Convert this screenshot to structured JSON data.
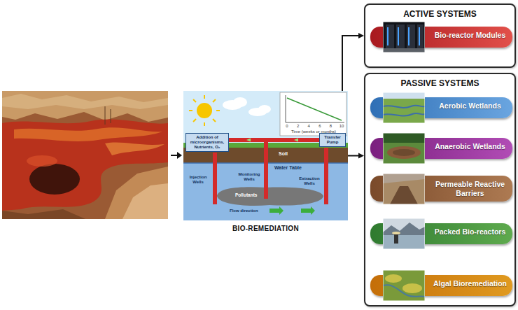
{
  "diagram": {
    "nodes": [
      {
        "text": [
          "BIO-REMEDIATION"
        ]
      },
      {
        "text": [
          "Addition of microorganisms, Nutrients, O₂"
        ],
        "in": 0
      },
      {
        "text": [
          "Transfer Pump"
        ],
        "in": 0
      },
      {
        "text": [
          "ACTIVE SYSTEMS"
        ]
      },
      {
        "text": [
          "Bio-reactor Modules"
        ],
        "in": 3
      },
      {
        "text": [
          "PASSIVE SYSTEMS"
        ]
      },
      {
        "text": [
          "Aerobic Wetlands"
        ],
        "in": 5
      },
      {
        "text": [
          "Anaerobic Wetlands"
        ],
        "in": 5
      },
      {
        "text": [
          "Permeable Reactive Barriers"
        ],
        "in": 5
      },
      {
        "text": [
          "Packed Bio-reactors"
        ],
        "in": 5
      },
      {
        "text": [
          "Algal Bioremediation"
        ],
        "in": 5
      }
    ],
    "edges": [
      {
        "from": 0,
        "to": 3,
        "arrow": "to"
      },
      {
        "from": 0,
        "to": 5,
        "arrow": "to"
      }
    ],
    "labels": [
      "Soil",
      "Water Table",
      "Injection Wells",
      "Monitoring Wells",
      "Extraction Wells",
      "Pollutants",
      "Flow direction",
      "Time (weeks or months)",
      "0",
      "2",
      "4",
      "6",
      "8",
      "10"
    ]
  }
}
